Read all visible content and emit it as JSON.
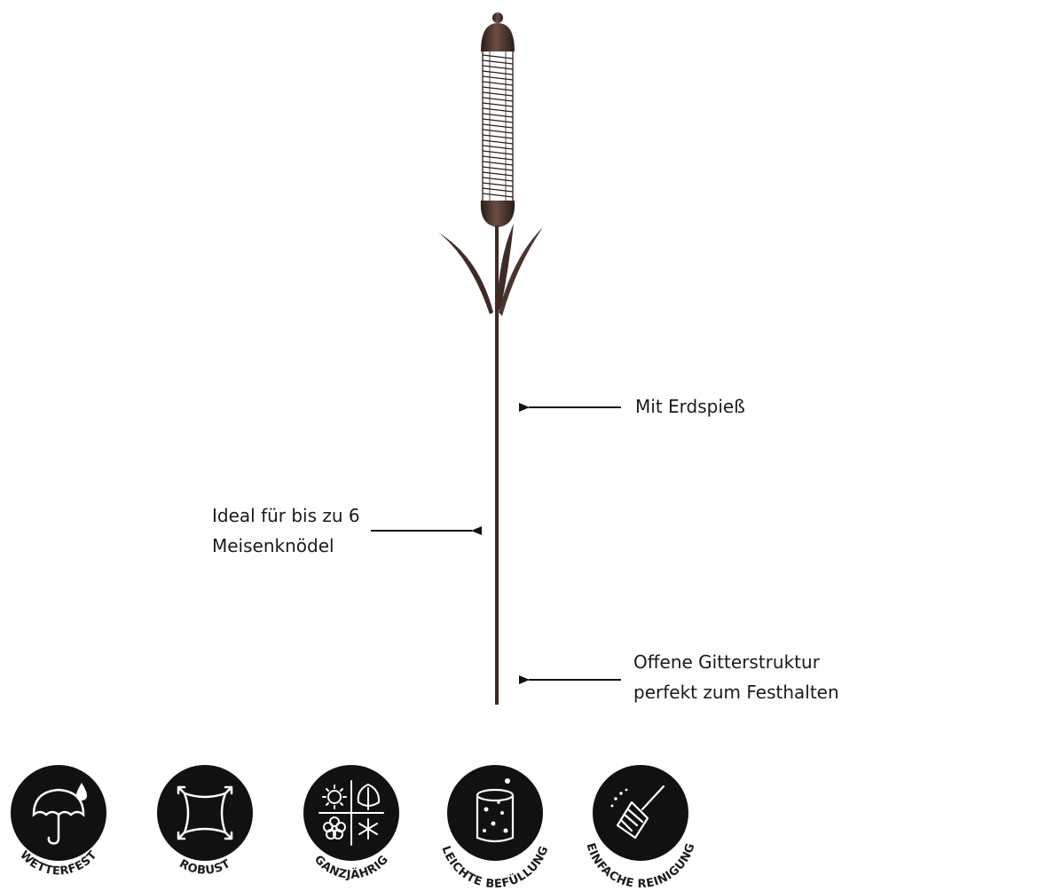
{
  "callouts": {
    "stake": {
      "lines": [
        "Mit Erdspieß"
      ]
    },
    "capacity": {
      "lines": [
        "Ideal für bis zu 6",
        "Meisenknödel"
      ]
    },
    "grid": {
      "lines": [
        "Offene Gitterstruktur",
        "perfekt zum Festhalten"
      ]
    }
  },
  "badges": [
    {
      "icon": "umbrella-rain-icon",
      "label": "WETTERFEST"
    },
    {
      "icon": "robust-square-icon",
      "label": "ROBUST"
    },
    {
      "icon": "seasons-icon",
      "label": "GANZJÄHRIG"
    },
    {
      "icon": "fill-cylinder-icon",
      "label": "LEICHTE BEFÜLLUNG"
    },
    {
      "icon": "broom-icon",
      "label": "EINFACHE REINIGUNG"
    }
  ],
  "colors": {
    "metal": "#3e2b26",
    "badge": "#111111",
    "text": "#1a1a1a"
  }
}
